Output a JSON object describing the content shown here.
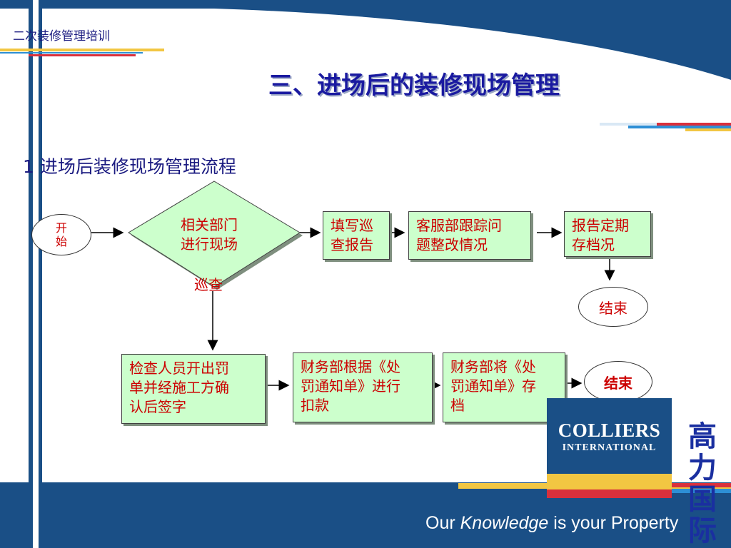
{
  "header": {
    "breadcrumb": "二次装修管理培训",
    "title": "三、进场后的装修现场管理"
  },
  "section": {
    "heading": "1  进场后装修现场管理流程"
  },
  "flowchart": {
    "start_label": "开\n始",
    "decision_label": "相关部门\n进行现场",
    "decision_label_cont": "巡查",
    "steps_top": [
      "填写巡\n查报告",
      "客服部跟踪问\n题整改情况",
      "报告定期\n存档况"
    ],
    "end_label_top": "结束",
    "steps_bottom": [
      "检查人员开出罚\n单并经施工方确\n认后签字",
      "财务部根据《处\n罚通知单》进行\n扣款",
      "财务部将《处\n罚通知单》存\n档"
    ],
    "end_label_bottom": "结束"
  },
  "branding": {
    "logo_main": "COLLIERS",
    "logo_sub": "INTERNATIONAL",
    "cn_name": "高\n力\n国\n际",
    "tagline_pre": "Our ",
    "tagline_em": "Knowledge",
    "tagline_post": " is your Property"
  },
  "colors": {
    "navy": "#1a4f86",
    "node_fill": "#ccffcc",
    "node_text": "#cc0000",
    "title_text": "#1a1aa0"
  }
}
